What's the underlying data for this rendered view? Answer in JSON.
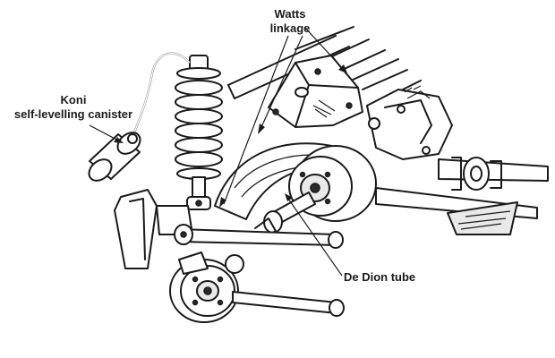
{
  "labels": {
    "watts_line1": "Watts",
    "watts_line2": "linkage",
    "koni_line1": "Koni",
    "koni_line2": "self-levelling canister",
    "dedion": "De Dion tube"
  },
  "colors": {
    "ink": "#1a1a1a",
    "paper": "#ffffff",
    "shade": "#e9e9e9"
  }
}
